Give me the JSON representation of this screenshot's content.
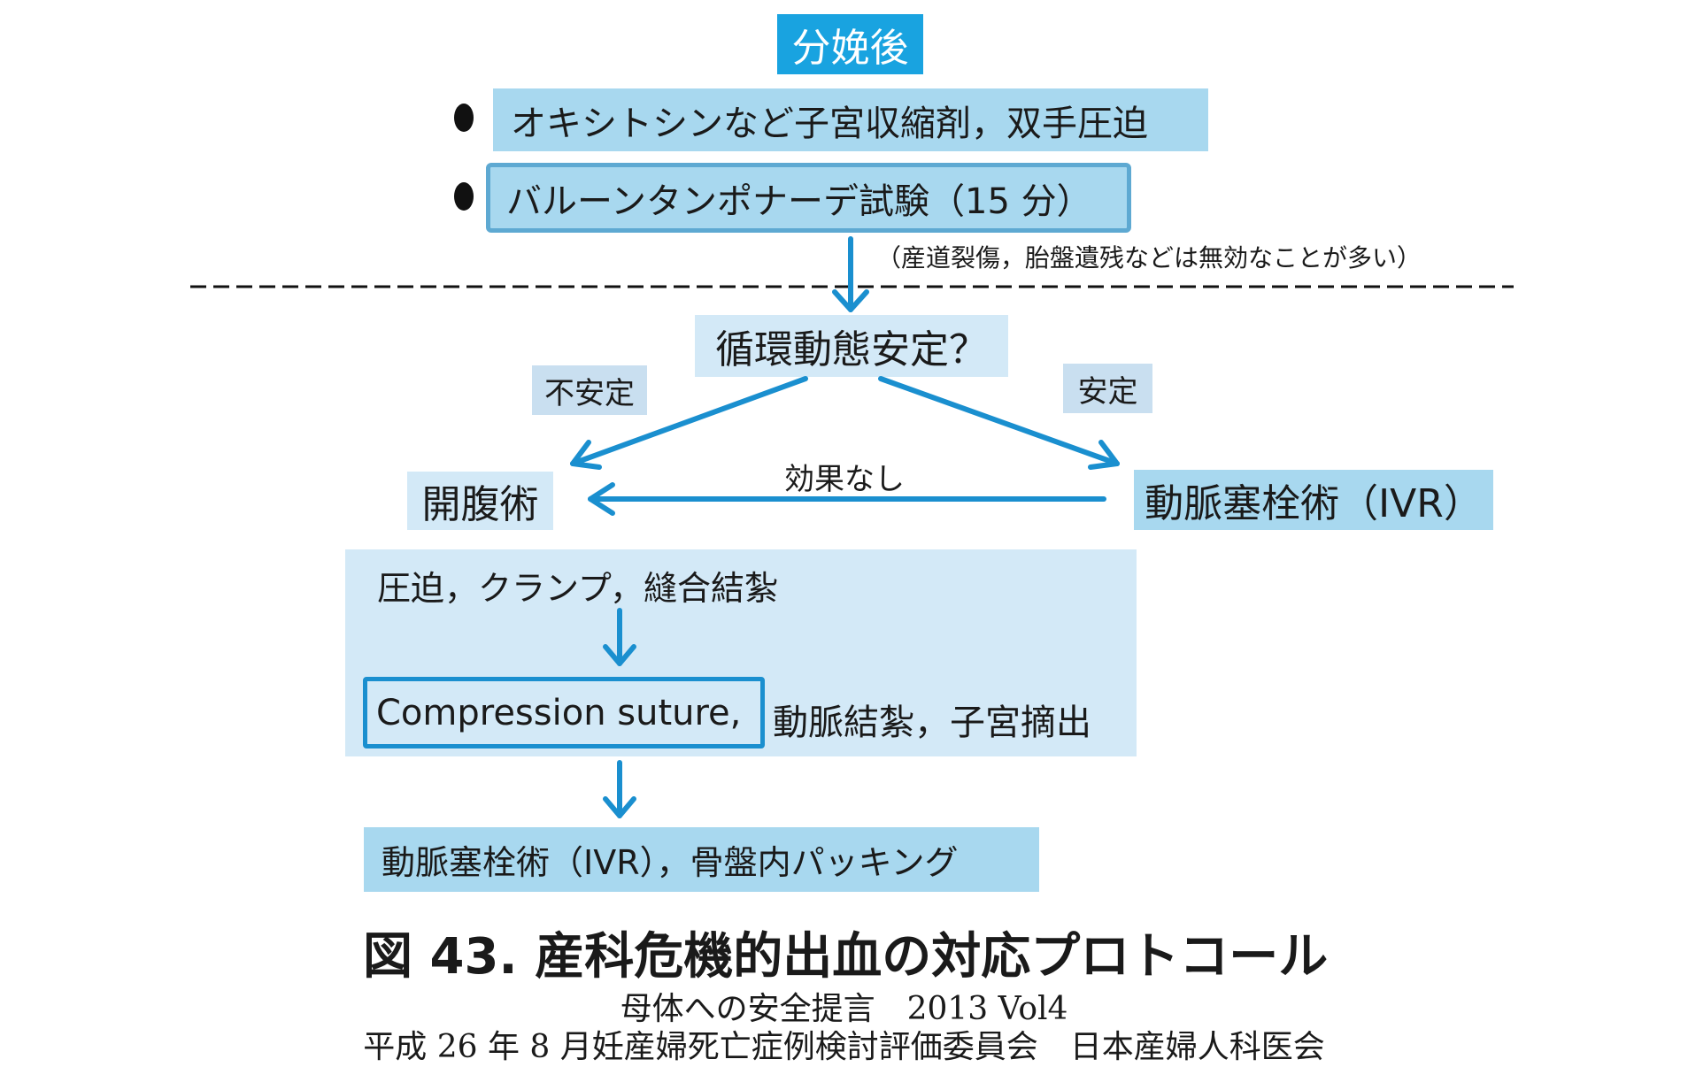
{
  "header": {
    "title": "分娩後"
  },
  "first_line": {
    "bullets": [
      "オキシトシンなど子宮収縮剤，双手圧迫",
      "バルーンタンポナーデ試験（15 分）"
    ],
    "note": "（産道裂傷，胎盤遺残などは無効なことが多い）"
  },
  "decision": {
    "question": "循環動態安定？",
    "unstable_label": "不安定",
    "stable_label": "安定",
    "no_effect_label": "効果なし"
  },
  "surgery": {
    "title": "開腹術",
    "step1": "圧迫，クランプ，縫合結紮",
    "step2_highlight": "Compression suture,",
    "step2_rest": "動脈結紮，子宮摘出",
    "final": "動脈塞栓術（IVR），骨盤内パッキング"
  },
  "ivr": {
    "title": "動脈塞栓術（IVR）"
  },
  "caption": {
    "figure_title": "図 43.  産科危機的出血の対応プロトコール",
    "source_line1": "母体への安全提言　2013 Vol4",
    "source_line2": "平成 26 年 8 月妊産婦死亡症例検討評価委員会　日本産婦人科医会"
  },
  "colors": {
    "header_bg": "#19a3e0",
    "arrow": "#1a8fcf",
    "box_light": "#d3e9f7",
    "box_mid": "#a8d8ef",
    "outline": "#1a8fcf"
  }
}
